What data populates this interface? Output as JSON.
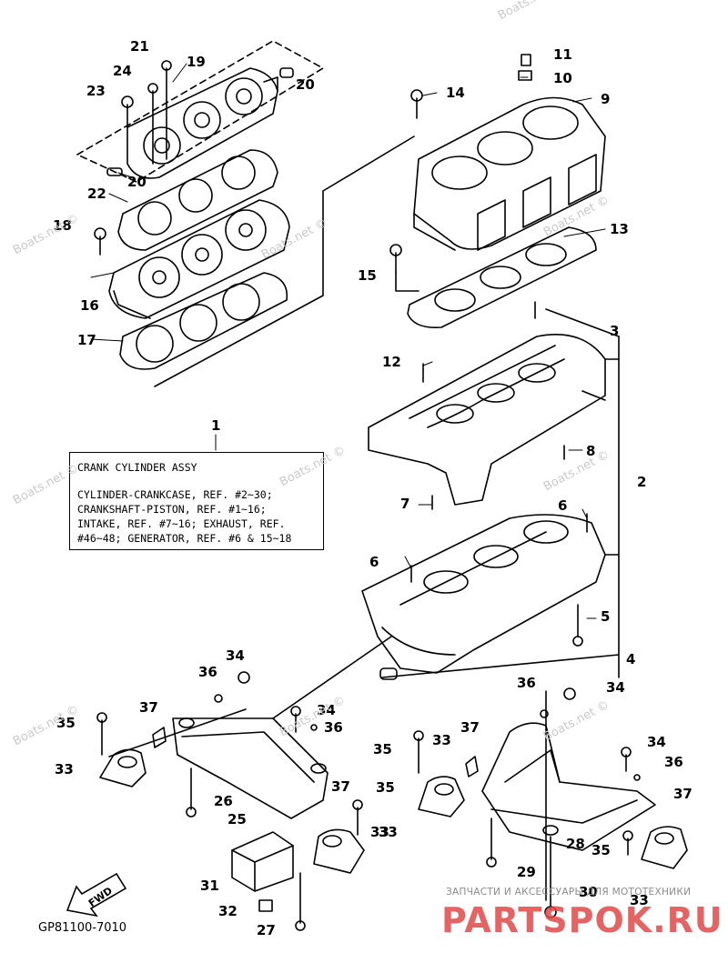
{
  "drawing": {
    "drawing_no": "GP81100-7010",
    "fwd_label": "FWD"
  },
  "assembly_box": {
    "title_no": "1",
    "title": "CRANK CYLINDER ASSY",
    "lines": [
      "CYLINDER-CRANKCASE, REF. #2~30;",
      "CRANKSHAFT-PISTON, REF. #1~16;",
      "INTAKE, REF. #7~16; EXHAUST, REF.",
      "#46~48; GENERATOR, REF. #6 & 15~18"
    ]
  },
  "callouts": [
    "21",
    "19",
    "24",
    "23",
    "20",
    "20",
    "22",
    "18",
    "16",
    "17",
    "11",
    "10",
    "14",
    "9",
    "13",
    "15",
    "3",
    "12",
    "8",
    "7",
    "2",
    "6",
    "6",
    "5",
    "4",
    "34",
    "36",
    "37",
    "35",
    "33",
    "26",
    "25",
    "31",
    "32",
    "27",
    "34",
    "36",
    "35",
    "33",
    "37",
    "36",
    "34",
    "33",
    "37",
    "34",
    "36",
    "37",
    "35",
    "33",
    "28",
    "29",
    "35",
    "30",
    "33"
  ],
  "watermarks": [
    "Boats.net ©",
    "Boats.net ©",
    "Boats.net ©",
    "Boats.net ©",
    "Boats.net ©",
    "Boats.net ©",
    "Boats.net ©",
    "Boats.net ©",
    "Boats.net ©",
    "Boats.net ©"
  ],
  "logo": {
    "subtitle": "ЗАПЧАСТИ И АКСЕССУАРЫ ДЛЯ МОТОТЕХНИКИ",
    "main": "PARTSPOK.RU"
  }
}
